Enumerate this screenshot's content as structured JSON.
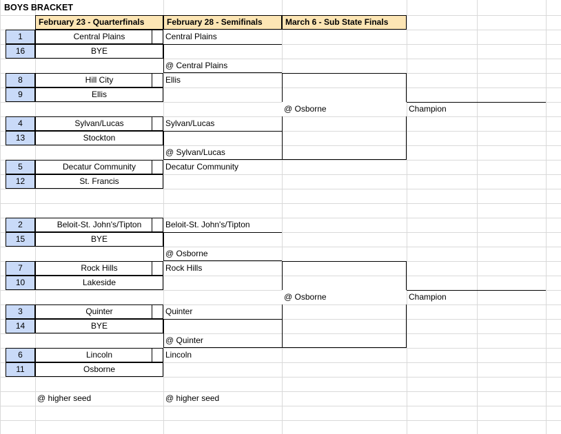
{
  "sheet": {
    "title": "BOYS BRACKET",
    "colors": {
      "header_bg": "#fce5b4",
      "seed_bg": "#c9daf8",
      "gridline": "#d9d9d9",
      "bracket_border": "#000000"
    }
  },
  "headers": [
    {
      "label": "February 23 - Quarterfinals"
    },
    {
      "label": "February 28 - Semifinals"
    },
    {
      "label": "March 6 - Sub State Finals"
    }
  ],
  "quarterfinals": [
    {
      "seed": "1",
      "team": "Central Plains"
    },
    {
      "seed": "16",
      "team": "BYE"
    },
    {
      "seed": "8",
      "team": "Hill City"
    },
    {
      "seed": "9",
      "team": "Ellis"
    },
    {
      "seed": "4",
      "team": "Sylvan/Lucas"
    },
    {
      "seed": "13",
      "team": "Stockton"
    },
    {
      "seed": "5",
      "team": "Decatur Community"
    },
    {
      "seed": "12",
      "team": "St. Francis"
    },
    {
      "seed": "2",
      "team": "Beloit-St. John's/Tipton"
    },
    {
      "seed": "15",
      "team": "BYE"
    },
    {
      "seed": "7",
      "team": "Rock Hills"
    },
    {
      "seed": "10",
      "team": "Lakeside"
    },
    {
      "seed": "3",
      "team": "Quinter"
    },
    {
      "seed": "14",
      "team": "BYE"
    },
    {
      "seed": "6",
      "team": "Lincoln"
    },
    {
      "seed": "11",
      "team": "Osborne"
    }
  ],
  "semifinals": [
    {
      "top": "Central Plains",
      "site": "@ Central Plains",
      "bottom": "Ellis"
    },
    {
      "top": "Sylvan/Lucas",
      "site": "@ Sylvan/Lucas",
      "bottom": "Decatur Community"
    },
    {
      "top": "Beloit-St. John's/Tipton",
      "site": "@ Osborne",
      "bottom": "Rock Hills"
    },
    {
      "top": "Quinter",
      "site": "@ Quinter",
      "bottom": "Lincoln"
    }
  ],
  "substate_finals": [
    {
      "site": "@ Osborne"
    },
    {
      "site": "@ Osborne"
    }
  ],
  "champions": [
    {
      "label": "Champion"
    },
    {
      "label": "Champion"
    }
  ],
  "footnotes": {
    "quarterfinals_note": "@ higher seed",
    "semifinals_note": "@ higher seed"
  }
}
